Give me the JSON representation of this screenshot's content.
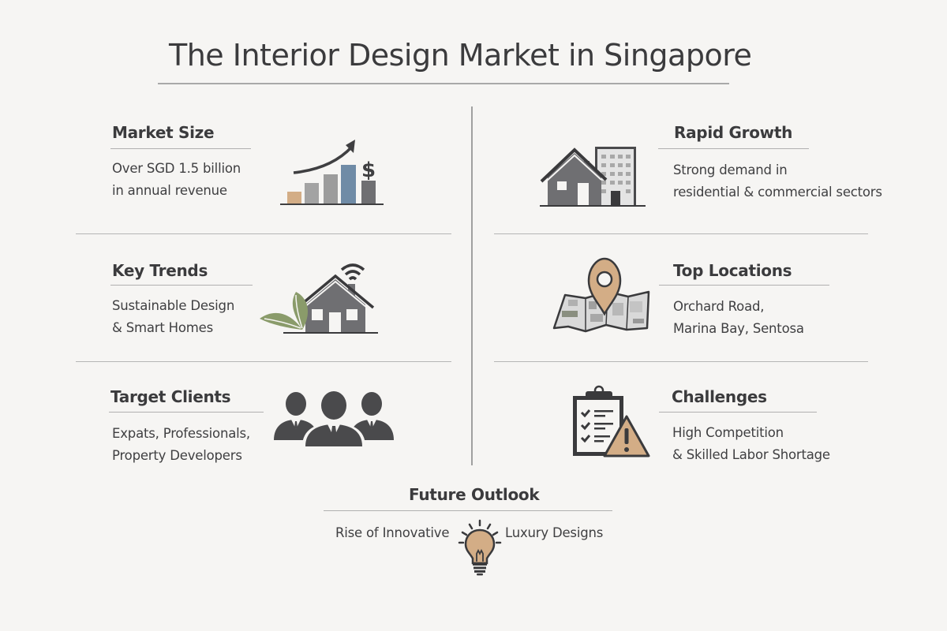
{
  "title": "The Interior Design Market in Singapore",
  "colors": {
    "background": "#f6f5f3",
    "text": "#3b3b3d",
    "icon_dark": "#4a4a4c",
    "icon_gray": "#6f6f72",
    "icon_light_gray": "#a3a3a3",
    "accent_tan": "#d3ad86",
    "accent_blue": "#6f8ba6",
    "accent_green": "#8a9b6a"
  },
  "sections": {
    "market_size": {
      "heading": "Market Size",
      "line1": "Over SGD 1.5 billion",
      "line2": "in annual revenue",
      "icon": "bar-chart-growth-dollar-icon"
    },
    "rapid_growth": {
      "heading": "Rapid Growth",
      "line1": "Strong demand in",
      "line2": "residential & commercial sectors",
      "icon": "house-and-building-icon"
    },
    "key_trends": {
      "heading": "Key Trends",
      "line1": "Sustainable Design",
      "line2": "& Smart Homes",
      "icon": "smart-eco-house-icon"
    },
    "top_locations": {
      "heading": "Top Locations",
      "line1": "Orchard Road,",
      "line2": "Marina Bay, Sentosa",
      "icon": "map-pin-icon"
    },
    "target_clients": {
      "heading": "Target Clients",
      "line1": "Expats, Professionals,",
      "line2": "Property Developers",
      "icon": "business-people-icon"
    },
    "challenges": {
      "heading": "Challenges",
      "line1": "High Competition",
      "line2": "& Skilled Labor Shortage",
      "icon": "clipboard-warning-icon"
    },
    "future_outlook": {
      "heading": "Future Outlook",
      "text_left": "Rise of Innovative",
      "text_right": "Luxury Designs",
      "icon": "lightbulb-icon"
    }
  }
}
